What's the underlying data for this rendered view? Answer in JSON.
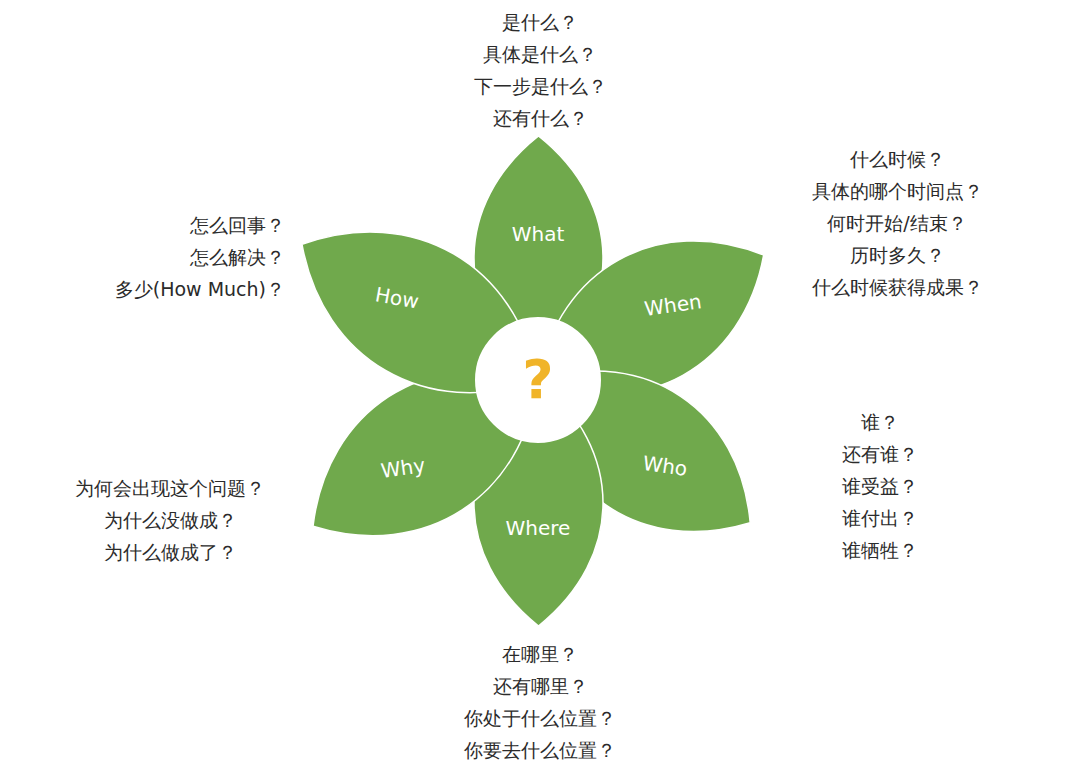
{
  "diagram": {
    "nodes": [
      {
        "text": [
          "?"
        ]
      },
      {
        "text": [
          "What"
        ]
      },
      {
        "text": [
          "When"
        ]
      },
      {
        "text": [
          "Who"
        ]
      },
      {
        "text": [
          "Where"
        ]
      },
      {
        "text": [
          "Why"
        ]
      },
      {
        "text": [
          "How"
        ]
      }
    ],
    "labels": [
      "是什么？",
      "具体是什么？",
      "下一步是什么？",
      "还有什么？",
      "什么时候？",
      "具体的哪个时间点？",
      "何时开始/结束？",
      "历时多久？",
      "什么时候获得成果？",
      "谁？",
      "还有谁？",
      "谁受益？",
      "谁付出？",
      "谁牺牲？",
      "在哪里？",
      "还有哪里？",
      "你处于什么位置？",
      "你要去什么位置？",
      "为何会出现这个问题？",
      "为什么没做成？",
      "为什么做成了？",
      "怎么回事？",
      "怎么解决？",
      "多少(How Much)？"
    ]
  }
}
